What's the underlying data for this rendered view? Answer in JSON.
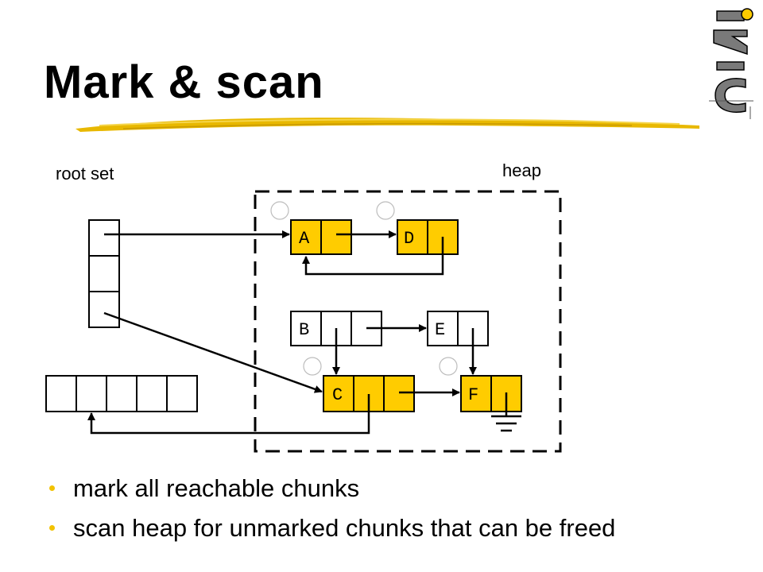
{
  "slide": {
    "title": "Mark & scan"
  },
  "diagram": {
    "root_set_label": "root set",
    "heap_label": "heap",
    "nodes": [
      {
        "id": "A",
        "label": "A"
      },
      {
        "id": "D",
        "label": "D"
      },
      {
        "id": "B",
        "label": "B"
      },
      {
        "id": "E",
        "label": "E"
      },
      {
        "id": "C",
        "label": "C"
      },
      {
        "id": "F",
        "label": "F"
      }
    ],
    "colors": {
      "cell_fill": "#FFCC00",
      "bullet": "#F2C200",
      "underline": "#E8B800"
    }
  },
  "bullets": [
    "mark all reachable chunks",
    "scan heap for unmarked chunks that can be freed"
  ],
  "logo": {
    "name": "iaic-logo"
  }
}
